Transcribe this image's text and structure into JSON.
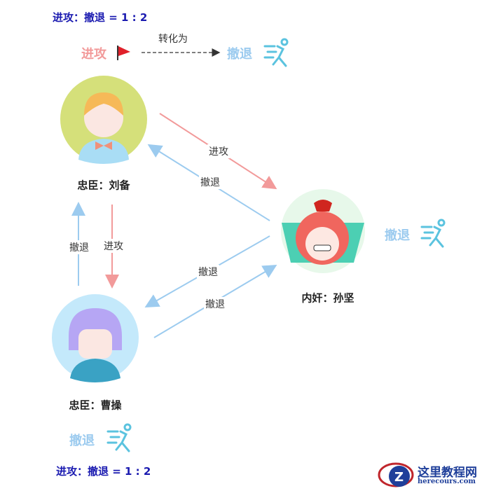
{
  "ratio_top": "进攻：撤退 = 1 : 2",
  "ratio_bottom": "进攻：撤退 = 1 : 2",
  "legend": {
    "attack": "进攻",
    "convert": "转化为",
    "retreat": "撤退"
  },
  "nodes": {
    "liubei": "忠臣：刘备",
    "sunjian": "内奸：孙坚",
    "caocao": "忠臣：曹操"
  },
  "edges": {
    "attack": "进攻",
    "retreat": "撤退"
  },
  "badges": {
    "sunjian": "撤退",
    "caocao": "撤退"
  },
  "logo": {
    "title": "这里教程网",
    "url": "herecours.com"
  },
  "colors": {
    "attack": "#f29a9a",
    "retreat": "#9ccbef"
  }
}
